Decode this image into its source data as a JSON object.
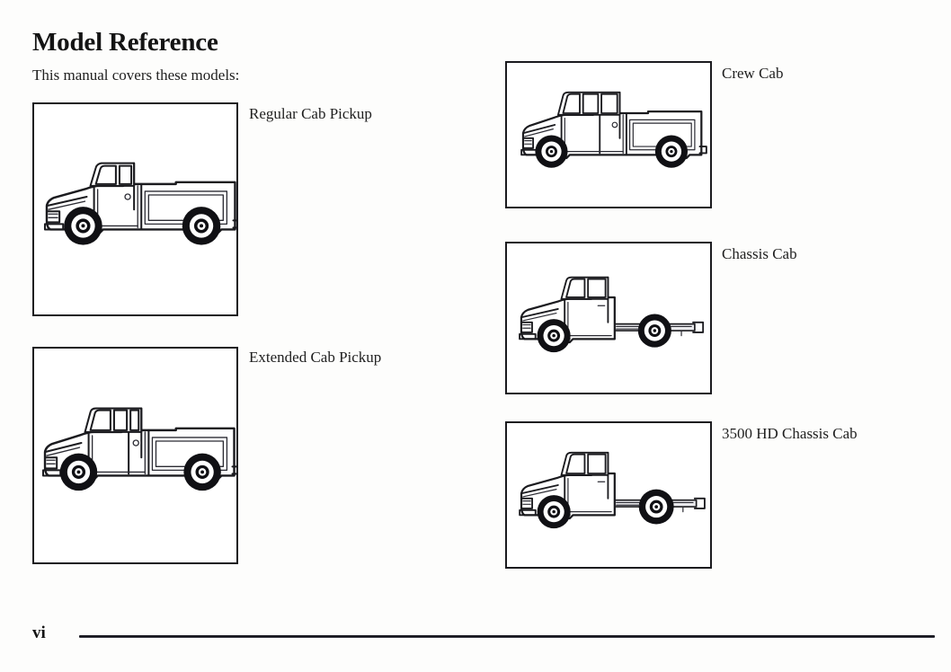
{
  "document": {
    "title": "Model Reference",
    "intro": "This manual covers these models:",
    "page_number": "vi"
  },
  "figures": [
    {
      "id": "regular-cab-pickup",
      "caption": "Regular Cab Pickup",
      "illustration": "truck-side-view-line-art",
      "column": "left"
    },
    {
      "id": "extended-cab-pickup",
      "caption": "Extended Cab Pickup",
      "illustration": "truck-side-view-line-art",
      "column": "left"
    },
    {
      "id": "crew-cab",
      "caption": "Crew Cab",
      "illustration": "truck-side-view-line-art",
      "column": "right"
    },
    {
      "id": "chassis-cab",
      "caption": "Chassis Cab",
      "illustration": "truck-side-view-line-art",
      "column": "right"
    },
    {
      "id": "3500-hd-chassis-cab",
      "caption": "3500 HD Chassis Cab",
      "illustration": "truck-side-view-line-art",
      "column": "right"
    }
  ],
  "colors": {
    "ink": "#1b1b1f",
    "paper": "#fdfdfc",
    "rule": "#101016"
  }
}
